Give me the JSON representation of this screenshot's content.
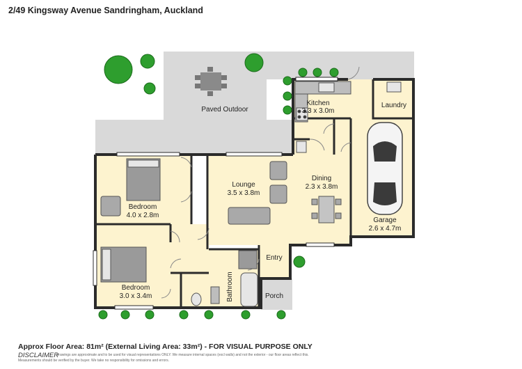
{
  "title": "2/49 Kingsway Avenue Sandringham, Auckland",
  "rooms": {
    "paved_outdoor": {
      "name": "Paved Outdoor"
    },
    "kitchen": {
      "name": "Kitchen",
      "dims": "3.3 x 3.0m"
    },
    "laundry": {
      "name": "Laundry"
    },
    "lounge": {
      "name": "Lounge",
      "dims": "3.5 x 3.8m"
    },
    "dining": {
      "name": "Dining",
      "dims": "2.3 x 3.8m"
    },
    "bedroom1": {
      "name": "Bedroom",
      "dims": "4.0 x 2.8m"
    },
    "bedroom2": {
      "name": "Bedroom",
      "dims": "3.0 x 3.4m"
    },
    "garage": {
      "name": "Garage",
      "dims": "2.6 x 4.7m"
    },
    "entry": {
      "name": "Entry"
    },
    "bathroom": {
      "name": "Bathroom"
    },
    "porch": {
      "name": "Porch"
    }
  },
  "footer": {
    "area": "Approx Floor Area: 81m² (External Living Area: 33m²) - FOR VISUAL PURPOSE ONLY",
    "disclaimer_head": "DISCLAIMER",
    "disclaimer_line1": "| Drawings are approximate and to be used for visual representations ONLY. We measure internal spaces (excl walls) and not the exterior - our floor areas reflect this.",
    "disclaimer_line2": "Measurements should be verified by the buyer. We take no responsibility for omissions and errors."
  },
  "colors": {
    "floor": "#fdf3cf",
    "paving": "#d9d9d9",
    "wall": "#2b2b2b",
    "furniture": "#a9a9a9",
    "plant": "#2e9e2e"
  }
}
